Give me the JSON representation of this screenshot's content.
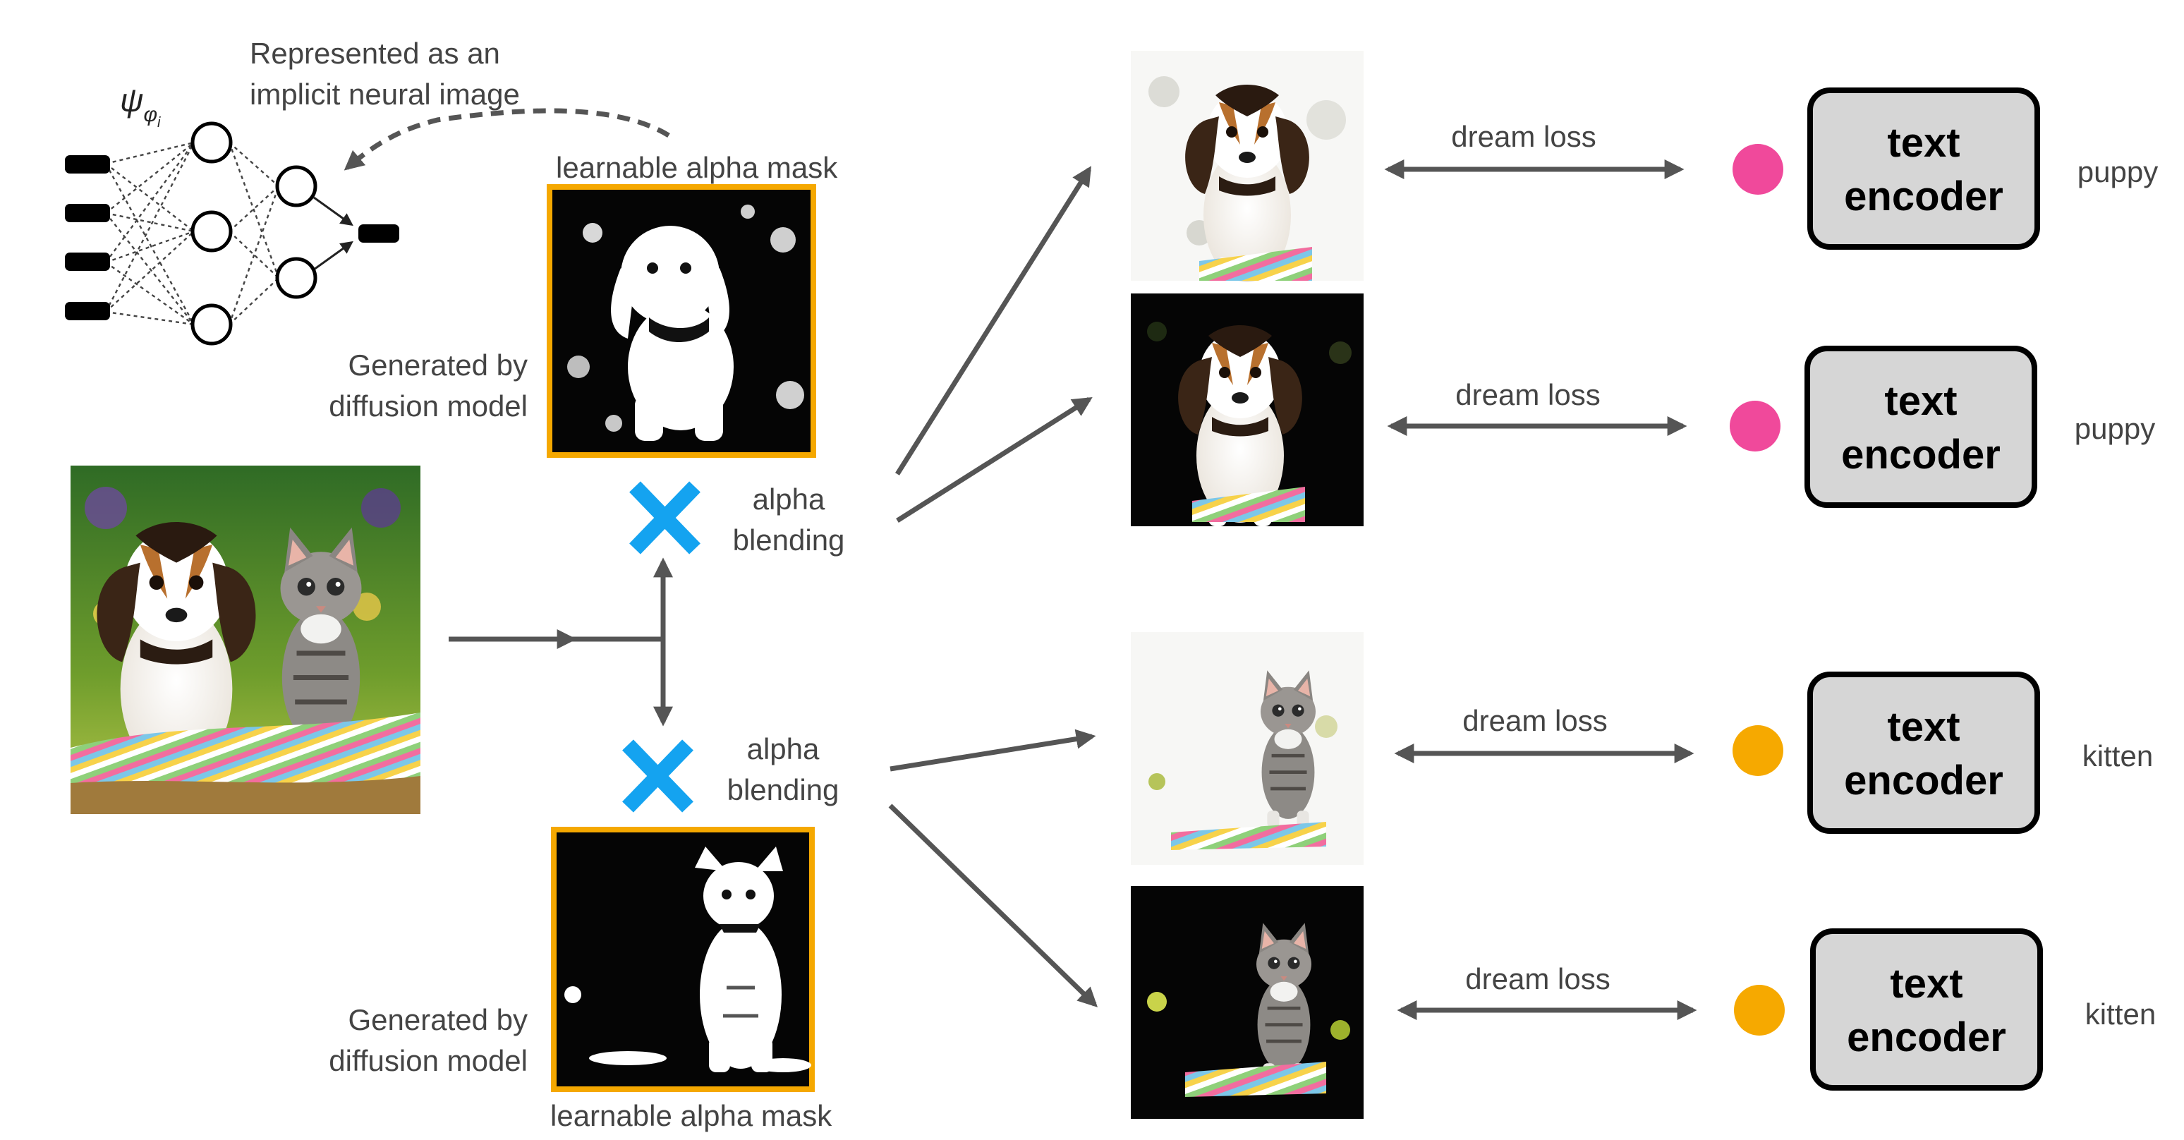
{
  "nn": {
    "symbol": "ψ",
    "sub": "φ",
    "subsub": "i",
    "caption_line1": "Represented as an",
    "caption_line2": "implicit neural image"
  },
  "masks": {
    "top_label": "learnable alpha mask",
    "bottom_label": "learnable alpha mask",
    "generated_line1": "Generated by",
    "generated_line2": "diffusion model"
  },
  "blend": {
    "line1": "alpha",
    "line2": "blending"
  },
  "rows": [
    {
      "loss": "dream loss",
      "encoder_line1": "text",
      "encoder_line2": "encoder",
      "word": "puppy",
      "dot_color": "#f0499b"
    },
    {
      "loss": "dream loss",
      "encoder_line1": "text",
      "encoder_line2": "encoder",
      "word": "puppy",
      "dot_color": "#f0499b"
    },
    {
      "loss": "dream loss",
      "encoder_line1": "text",
      "encoder_line2": "encoder",
      "word": "kitten",
      "dot_color": "#f6a900"
    },
    {
      "loss": "dream loss",
      "encoder_line1": "text",
      "encoder_line2": "encoder",
      "word": "kitten",
      "dot_color": "#f6a900"
    }
  ],
  "colors": {
    "mask_border": "#f5a800",
    "cross": "#14a3f0",
    "arrow": "#555555",
    "encoder_fill": "#d6d6d6"
  }
}
